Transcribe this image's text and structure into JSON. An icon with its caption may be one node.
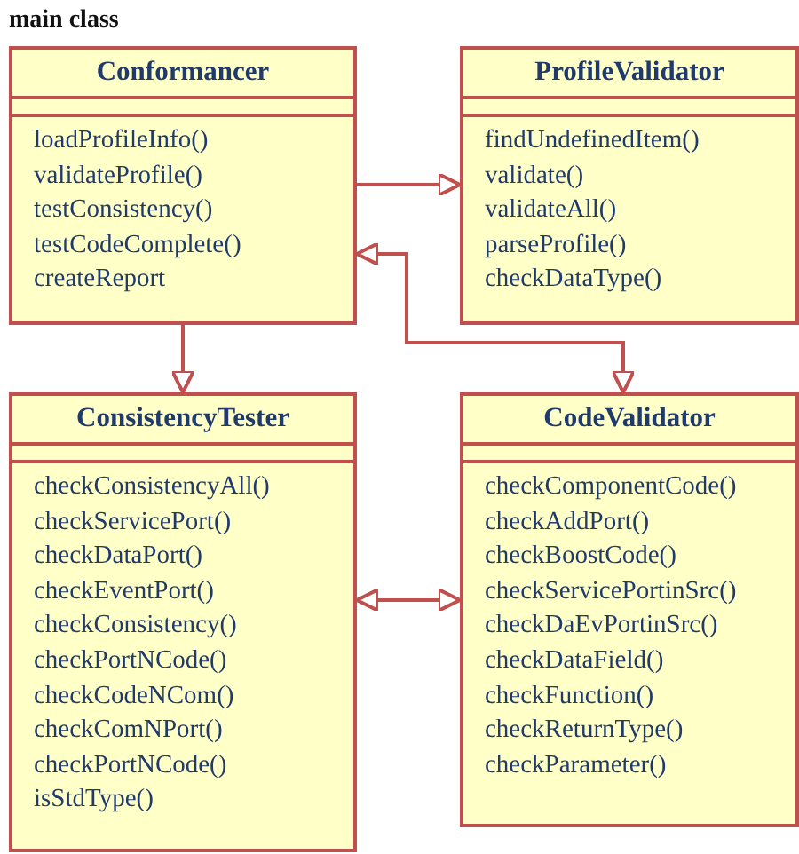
{
  "diagram": {
    "title": "main class",
    "nodes": [
      {
        "text": [
          "Conformancer",
          "loadProfileInfo()",
          "validateProfile()",
          "testConsistency()",
          "testCodeComplete()",
          "createReport"
        ]
      },
      {
        "text": [
          "ProfileValidator",
          "findUndefinedItem()",
          "validate()",
          "validateAll()",
          "parseProfile()",
          "checkDataType()"
        ]
      },
      {
        "text": [
          "ConsistencyTester",
          "checkConsistencyAll()",
          "checkServicePort()",
          "checkDataPort()",
          "checkEventPort()",
          "checkConsistency()",
          "checkPortNCode()",
          "checkCodeNCom()",
          "checkComNPort()",
          "checkPortNCode()",
          "isStdType()"
        ]
      },
      {
        "text": [
          "CodeValidator",
          "checkComponentCode()",
          "checkAddPort()",
          "checkBoostCode()",
          "checkServicePortinSrc()",
          "checkDaEvPortinSrc()",
          "checkDataField()",
          "checkFunction()",
          "checkReturnType()",
          "checkParameter()"
        ]
      }
    ],
    "edges": [
      {
        "from": 0,
        "to": 1,
        "arrow": "to"
      },
      {
        "from": 0,
        "to": 3,
        "arrow": "both"
      },
      {
        "from": 0,
        "to": 2,
        "arrow": "to"
      },
      {
        "from": 2,
        "to": 3,
        "arrow": "both"
      }
    ]
  }
}
